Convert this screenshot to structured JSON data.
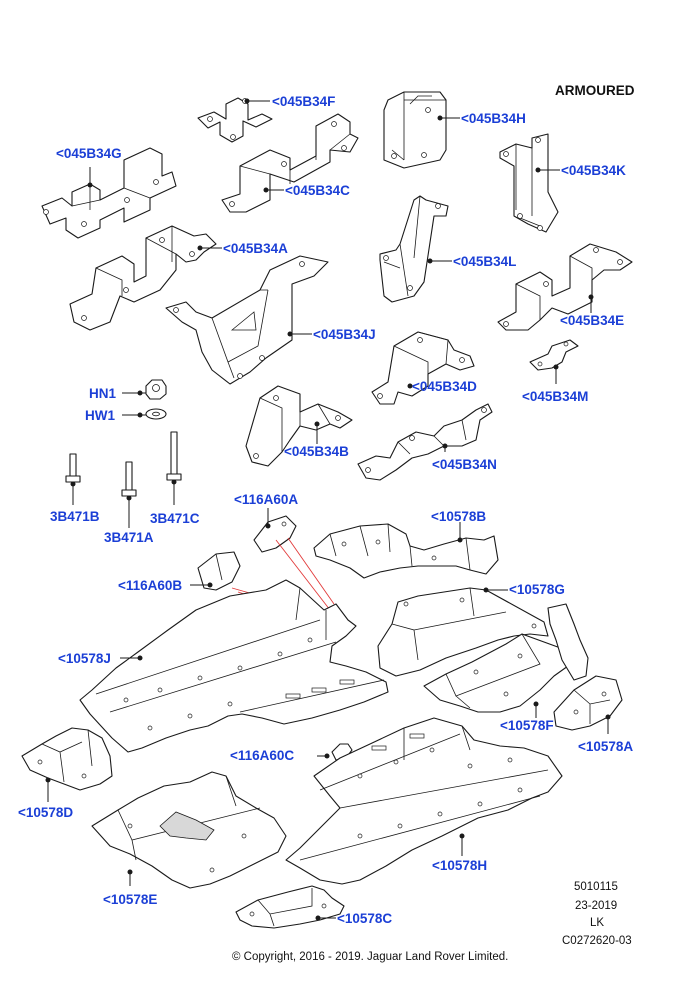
{
  "header": {
    "variant": "ARMOURED"
  },
  "callouts": {
    "c045B34F": "<045B34F",
    "c045B34H": "<045B34H",
    "c045B34G": "<045B34G",
    "c045B34K": "<045B34K",
    "c045B34C": "<045B34C",
    "c045B34A": "<045B34A",
    "c045B34L": "<045B34L",
    "c045B34J": "<045B34J",
    "c045B34E": "<045B34E",
    "c045B34D": "<045B34D",
    "c045B34M": "<045B34M",
    "cHN1": "HN1",
    "cHW1": "HW1",
    "c045B34B": "<045B34B",
    "c045B34N": "<045B34N",
    "c3B471B": "3B471B",
    "c3B471C": "3B471C",
    "c3B471A": "3B471A",
    "c116A60A": "<116A60A",
    "c10578B": "<10578B",
    "c116A60B": "<116A60B",
    "c10578G": "<10578G",
    "c10578J": "<10578J",
    "c10578F": "<10578F",
    "c10578A": "<10578A",
    "c116A60C": "<116A60C",
    "c10578D": "<10578D",
    "c10578H": "<10578H",
    "c10578E": "<10578E",
    "c10578C": "<10578C"
  },
  "meta": {
    "code": "5010115",
    "date": "23-2019",
    "initials": "LK",
    "illustration": "C0272620-03"
  },
  "copyright": "© Copyright, 2016 - 2019. Jaguar Land Rover Limited."
}
